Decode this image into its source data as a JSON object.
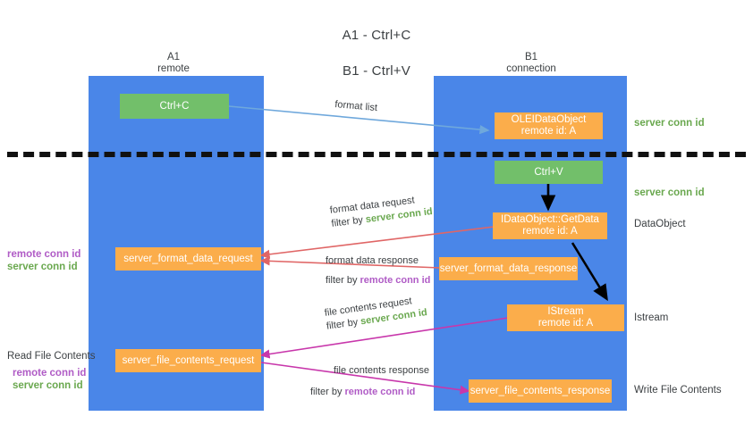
{
  "title": {
    "line1": "A1 - Ctrl+C",
    "line2": "B1 - Ctrl+V"
  },
  "columns": {
    "left": {
      "name": "A1",
      "sub": "remote"
    },
    "right": {
      "name": "B1",
      "sub": "connection"
    }
  },
  "colors": {
    "lane": "#4a86e8",
    "green_box": "#72bf6a",
    "orange_box": "#fbad4b",
    "server_conn": "#6aa84f",
    "remote_conn": "#b05cc6",
    "arrow_blue": "#6fa8dc",
    "arrow_red": "#e06666",
    "arrow_magenta": "#c837ab",
    "arrow_black": "#000000",
    "text": "#3c4043"
  },
  "boxes": {
    "ctrl_c": "Ctrl+C",
    "ctrl_v": "Ctrl+V",
    "idataobject": "OLEIDataObject\nremote id: A",
    "idataobject_getdata": "IDataObject::GetData\nremote id: A",
    "istream": "IStream\nremote id: A",
    "server_format_data_request": "server_format_data_request",
    "server_format_data_response": "server_format_data_response",
    "server_file_contents_request": "server_file_contents_request",
    "server_file_contents_response": "server_file_contents_response"
  },
  "right_labels": {
    "server_conn_id_top": "server conn id",
    "server_conn_id_mid": "server conn id",
    "dataobject": "DataObject",
    "istream": "Istream",
    "write_file_contents": "Write File Contents"
  },
  "left_labels": {
    "remote_conn_id_1": "remote conn id",
    "server_conn_id_1": "server conn id",
    "read_file_contents": "Read File Contents",
    "remote_conn_id_2": "remote conn id",
    "server_conn_id_2": "server conn id"
  },
  "arrow_labels": {
    "format_list": "format list",
    "format_data_request": "format data request",
    "format_data_request_filter_prefix": "filter by ",
    "format_data_request_filter_value": "server conn id",
    "format_data_response": "format data response",
    "format_data_response_filter_prefix": "filter by ",
    "format_data_response_filter_value": "remote conn id",
    "file_contents_request": "file contents request",
    "file_contents_request_filter_prefix": "filter by ",
    "file_contents_request_filter_value": "server conn id",
    "file_contents_response": "file contents response",
    "file_contents_response_filter_prefix": "filter by ",
    "file_contents_response_filter_value": "remote conn id"
  }
}
